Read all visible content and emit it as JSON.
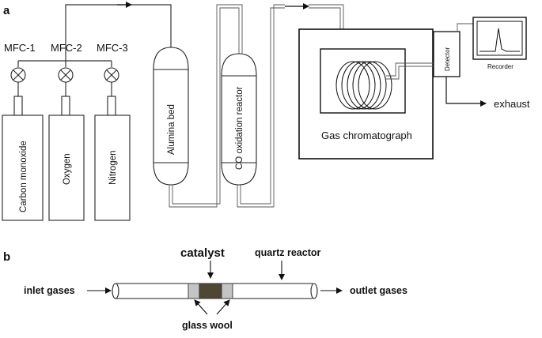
{
  "panels": {
    "a": {
      "label": "a",
      "mfcs": [
        "MFC-1",
        "MFC-2",
        "MFC-3"
      ],
      "cylinders": [
        "Carbon monoxide",
        "Oxygen",
        "Nitrogen"
      ],
      "alumina_bed": "Alumina bed",
      "reactor": "CO oxidation reactor",
      "gc": "Gas chromatograph",
      "detector": "Detector",
      "recorder": "Recorder",
      "exhaust": "exhaust"
    },
    "b": {
      "label": "b",
      "catalyst": "catalyst",
      "quartz_reactor": "quartz reactor",
      "inlet": "inlet gases",
      "outlet": "outlet gases",
      "glass_wool": "glass wool"
    }
  }
}
